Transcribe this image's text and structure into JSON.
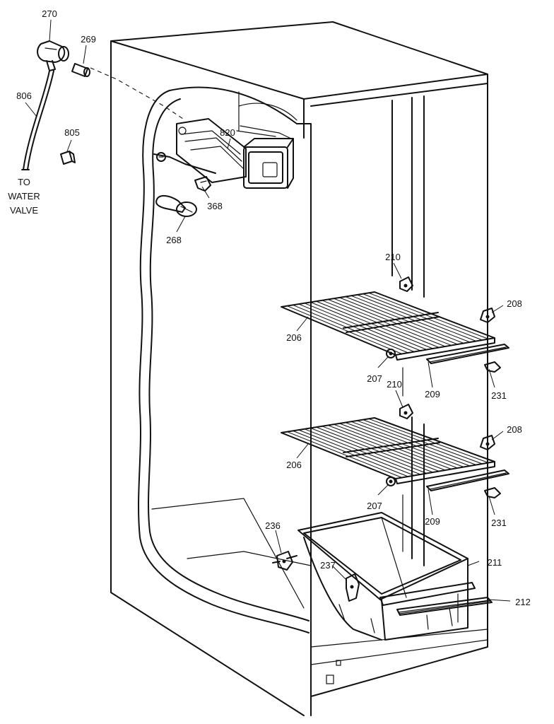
{
  "labels": {
    "p270": "270",
    "p269": "269",
    "p806": "806",
    "p805": "805",
    "to": "TO",
    "water": "WATER",
    "valve": "VALVE",
    "p820": "820",
    "p368": "368",
    "p268": "268",
    "p210a": "210",
    "p208a": "208",
    "p206a": "206",
    "p207a": "207",
    "p209a": "209",
    "p231a": "231",
    "p210b": "210",
    "p208b": "208",
    "p206b": "206",
    "p207b": "207",
    "p209b": "209",
    "p231b": "231",
    "p236": "236",
    "p237": "237",
    "p211": "211",
    "p212": "212"
  }
}
